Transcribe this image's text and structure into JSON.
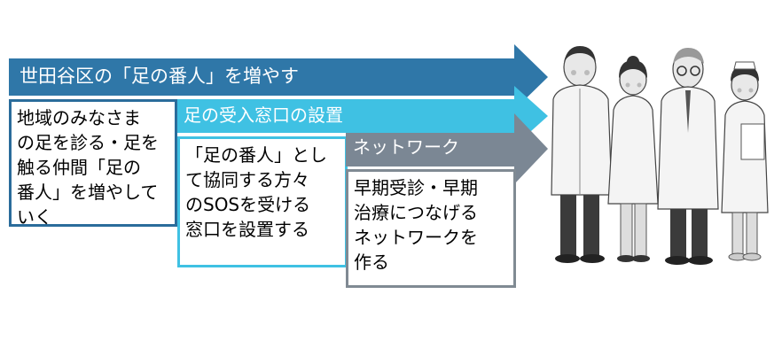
{
  "arrows": [
    {
      "label": "世田谷区の「足の番人」を増やす",
      "color": "#2F77A8"
    },
    {
      "label": "足の受入窓口の設置",
      "color": "#3FC1E3"
    },
    {
      "label": "ネットワーク",
      "color": "#7B8794"
    }
  ],
  "boxes": [
    {
      "lines": [
        "地域のみなさま",
        "の足を診る・足を",
        "触る仲間「足の",
        "番人」を増やして",
        "いく"
      ],
      "border": "#2A6C9B"
    },
    {
      "lines": [
        "「足の番人」とし",
        "て協同する方々",
        "のSOSを受ける",
        "窓口を設置する"
      ],
      "border": "#3FC1E3"
    },
    {
      "lines": [
        "早期受診・早期",
        "治療につなげる",
        "ネットワークを",
        "作る"
      ],
      "border": "#808A93"
    }
  ]
}
